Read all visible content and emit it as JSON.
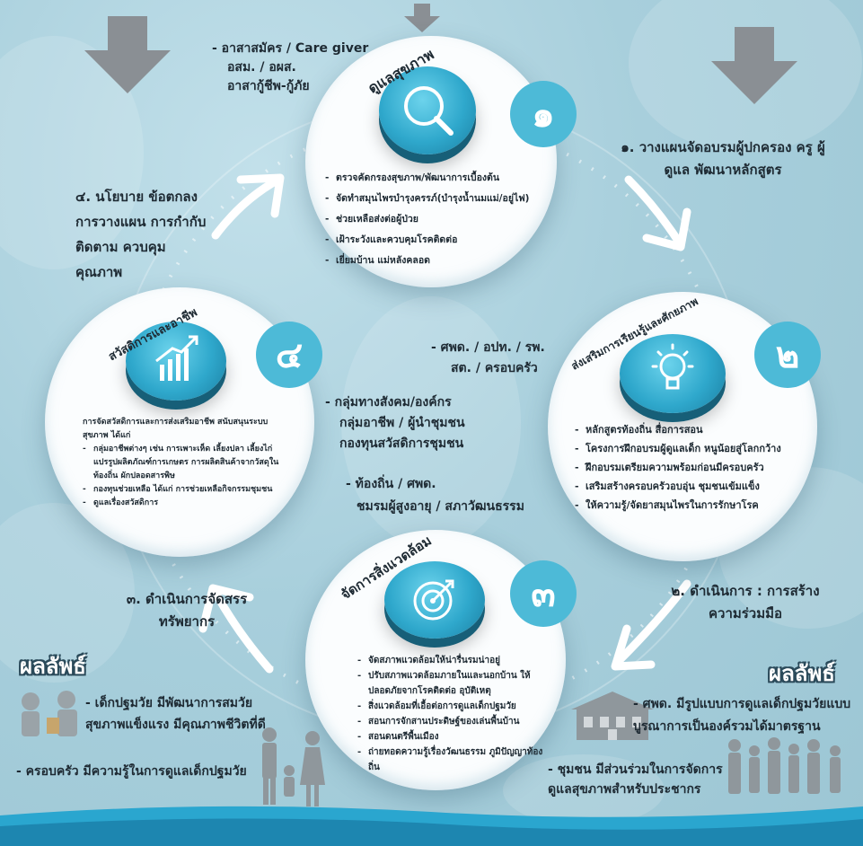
{
  "colors": {
    "accent": "#4dbad7",
    "icon_ball": "#2fa8cc",
    "background": "#a9cfdb",
    "arrow": "#8a8f94",
    "bottom_band": "#2aa6cf"
  },
  "top_left_note": [
    "- อาสาสมัคร / Care giver",
    "อสม. / อผส.",
    "อาสากู้ชีพ-กู้ภัย"
  ],
  "cycle_labels": {
    "one": "๑. วางแผนจัดอบรมผู้ปกครอง ครู ผู้ดูแล พัฒนาหลักสูตร",
    "two": "๒. ดำเนินการ : การสร้าง ความร่วมมือ",
    "three": "๓. ดำเนินการจัดสรร ทรัพยากร",
    "four": "๔. นโยบาย ข้อตกลง การวางแผน การกำกับติดตาม ควบคุมคุณภาพ"
  },
  "center_notes": {
    "a": [
      "- ศพด. / อปท. / รพ.",
      "สต. / ครอบครัว"
    ],
    "b": [
      "- กลุ่มทางสังคม/องค์กร",
      "กลุ่มอาชีพ / ผู้นำชุมชน",
      "กองทุนสวัสดิการชุมชน"
    ],
    "c": [
      "- ท้องถิ่น / ศพด.",
      "ชมรมผู้สูงอายุ / สภาวัฒนธรรม"
    ]
  },
  "circles": {
    "health": {
      "title": "ดูแลสุขภาพ",
      "number": "๑",
      "icon": "magnifier-icon",
      "items": [
        "ตรวจคัดกรองสุขภาพ/พัฒนาการเบื้องต้น",
        "จัดทำสมุนไพรบำรุงครรภ์(บำรุงน้ำนมแม่/อยู่ไฟ)",
        "ช่วยเหลือส่งต่อผู้ป่วย",
        "เฝ้าระวังและควบคุมโรคติดต่อ",
        "เยี่ยมบ้าน แม่หลังคลอด"
      ]
    },
    "learning": {
      "title": "ส่งเสริมการเรียนรู้และศักยภาพ",
      "number": "๒",
      "icon": "lightbulb-icon",
      "items": [
        "หลักสูตรท้องถิ่น สื่อการสอน",
        "โครงการฝึกอบรมผู้ดูแลเด็ก หนูน้อยสู่โลกกว้าง",
        "ฝึกอบรมเตรียมความพร้อมก่อนมีครอบครัว",
        "เสริมสร้างครอบครัวอบอุ่น ชุมชนเข้มแข็ง",
        "ให้ความรู้/จัดยาสมุนไพรในการรักษาโรค"
      ]
    },
    "environment": {
      "title": "จัดการสิ่งแวดล้อม",
      "number": "๓",
      "icon": "target-icon",
      "items": [
        "จัดสภาพแวดล้อมให้น่ารื่นรมน่าอยู่",
        "ปรับสภาพแวดล้อมภายในและนอกบ้าน ให้ปลอดภัยจากโรคติดต่อ อุบัติเหตุ",
        "สิ่งแวดล้อมที่เอื้อต่อการดูแลเด็กปฐมวัย",
        "สอนการจักสานประดิษฐ์ของเล่นพื้นบ้าน",
        "สอนดนตรีพื้นเมือง",
        "ถ่ายทอดความรู้เรื่องวัฒนธรรม ภูมิปัญญาท้องถิ่น"
      ]
    },
    "welfare": {
      "title": "สวัสดิการและอาชีพ",
      "number": "๔",
      "icon": "growth-chart-icon",
      "intro": "การจัดสวัสดิการและการส่งเสริมอาชีพ สนับสนุนระบบสุขภาพ ได้แก่",
      "items": [
        "กลุ่มอาชีพต่างๆ เช่น การเพาะเห็ด เลี้ยงปลา เลี้ยงไก่ แปรรูปผลิตภัณฑ์การเกษตร การผลิตสินค้าจากวัสดุในท้องถิ่น ผักปลอดสารพิษ",
        "กองทุนช่วยเหลือ ได้แก่ การช่วยเหลือกิจกรรมชุมชน",
        "ดูแลเรื่องสวัสดิการ"
      ]
    }
  },
  "results_left": {
    "heading": "ผลลัพธ์",
    "items": [
      "- เด็กปฐมวัย มีพัฒนาการสมวัย สุขภาพแข็งแรง มีคุณภาพชีวิตที่ดี",
      "- ครอบครัว มีความรู้ในการดูแลเด็กปฐมวัย"
    ]
  },
  "results_right": {
    "heading": "ผลลัพธ์",
    "items": [
      "- ศพด. มีรูปแบบการดูแลเด็กปฐมวัยแบบ บูรณาการเป็นองค์รวมได้มาตรฐาน",
      "- ชุมชน มีส่วนร่วมในการจัดการ ดูแลสุขภาพสำหรับประชากร"
    ]
  }
}
